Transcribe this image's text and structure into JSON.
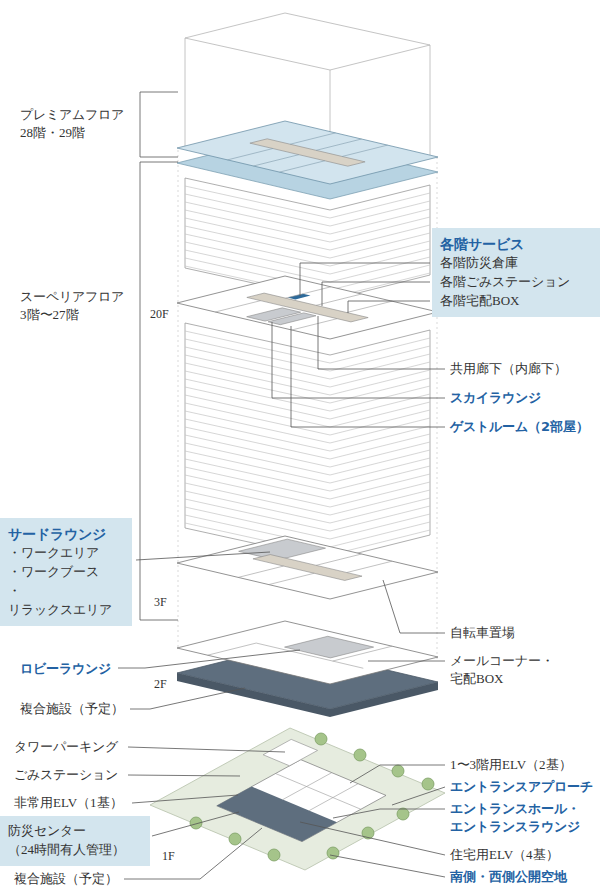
{
  "diagram": {
    "nodes": [
      {
        "text": [
          "各階サービス",
          "各階防災倉庫",
          "各階ごみステーション",
          "各階宅配BOX"
        ]
      },
      {
        "text": [
          "サードラウンジ",
          "・ワークエリア",
          "・ワークブース",
          "・リラックスエリア"
        ]
      },
      {
        "text": [
          "防災センター （24時間有人管理）"
        ]
      }
    ],
    "labels": [
      "プレミアムフロア 28階・29階",
      "スーペリアフロア 3階〜27階",
      "20F",
      "共用廊下（内廊下）",
      "スカイラウンジ",
      "ゲストルーム（2部屋）",
      "3F",
      "自転車置場",
      "メールコーナー・ 宅配BOX",
      "ロビーラウンジ",
      "2F",
      "複合施設（予定）",
      "タワーパーキング",
      "1〜3階用ELV（2基）",
      "ごみステーション",
      "エントランスアプローチ",
      "非常用ELV（1基）",
      "エントランスホール・ エントランスラウンジ",
      "住宅用ELV（4基）",
      "1F",
      "複合施設（予定）",
      "南側・西側公開空地"
    ]
  }
}
